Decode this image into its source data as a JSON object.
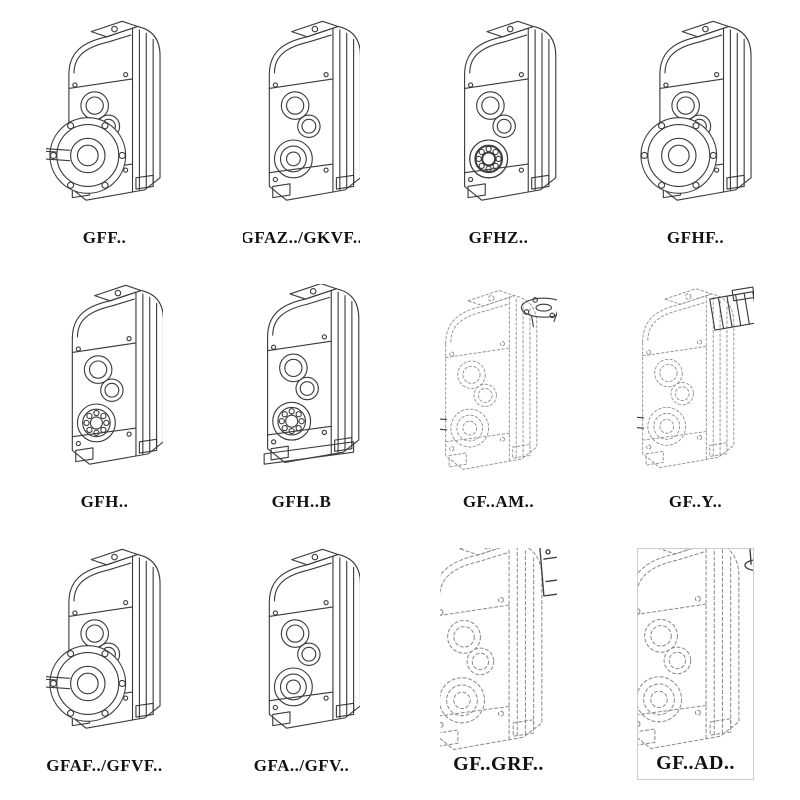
{
  "catalog": {
    "items": [
      {
        "label": "GFF..",
        "depiction": "flange-mounted reducer with solid output shaft",
        "line_style": "solid"
      },
      {
        "label": "GFAZ../GKVF..",
        "depiction": "shaft-mounted reducer with hollow bore",
        "line_style": "solid"
      },
      {
        "label": "GFHZ..",
        "depiction": "hollow-shaft reducer",
        "line_style": "solid"
      },
      {
        "label": "GFHF..",
        "depiction": "flange-mounted hollow-shaft reducer",
        "line_style": "solid"
      },
      {
        "label": "GFH..",
        "depiction": "hollow-shaft reducer with bearing detail",
        "line_style": "solid"
      },
      {
        "label": "GFH..B",
        "depiction": "foot-mounted hollow-shaft reducer",
        "line_style": "solid"
      },
      {
        "label": "GF..AM..",
        "depiction": "reducer with IEC motor adapter flange",
        "line_style": "dashed"
      },
      {
        "label": "GF..Y..",
        "depiction": "reducer with mounted motor",
        "line_style": "dashed"
      },
      {
        "label": "GFAF../GFVF..",
        "depiction": "flange-mounted reducer",
        "line_style": "solid"
      },
      {
        "label": "GFA../GFV..",
        "depiction": "shaft / hollow-bore reducer",
        "line_style": "solid"
      },
      {
        "label": "GF..GRF..",
        "depiction": "reducer with adapter housing",
        "line_style": "dashed"
      },
      {
        "label": "GF..AD..",
        "depiction": "reducer with input shaft adapter",
        "line_style": "dashed"
      }
    ]
  },
  "colors": {
    "background": "#ffffff",
    "line": "#3b3b3b",
    "dashed_line": "#8f8f8f",
    "label_text": "#111111"
  }
}
